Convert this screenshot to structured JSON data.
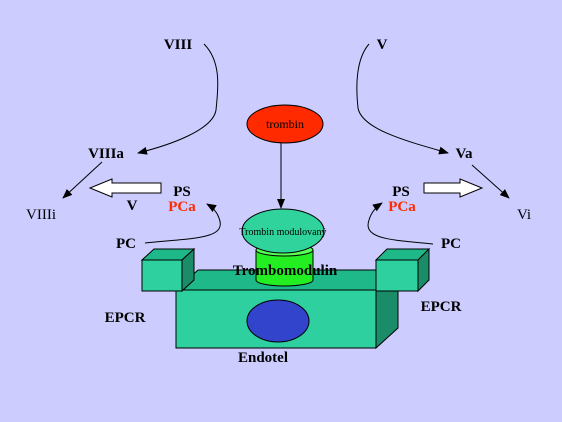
{
  "colors": {
    "background": "#ccccff",
    "thrombin_fill": "#ff2a00",
    "modulated_fill": "#2fd39b",
    "thrombomodulin_fill": "#22ee22",
    "block_fill": "#2fd0a0",
    "block_side": "#1a8c68",
    "endotel_oval": "#3344cc",
    "red_text": "#ff2a00"
  },
  "labels": {
    "viii": "VIII",
    "v_top": "V",
    "viiia": "VIIIa",
    "va": "Va",
    "viiii": "VIIIi",
    "vi": "Vi",
    "ps_left": "PS",
    "ps_right": "PS",
    "v_mid": "V",
    "pca_left": "PCa",
    "pca_right": "PCa",
    "pc_left": "PC",
    "pc_right": "PC",
    "trombin": "trombin",
    "trombin_modulovany": "Trombin modulovaný",
    "trombomodulin": "Trombomodulin",
    "epcr_left": "EPCR",
    "epcr_right": "EPCR",
    "endotel": "Endotel"
  }
}
